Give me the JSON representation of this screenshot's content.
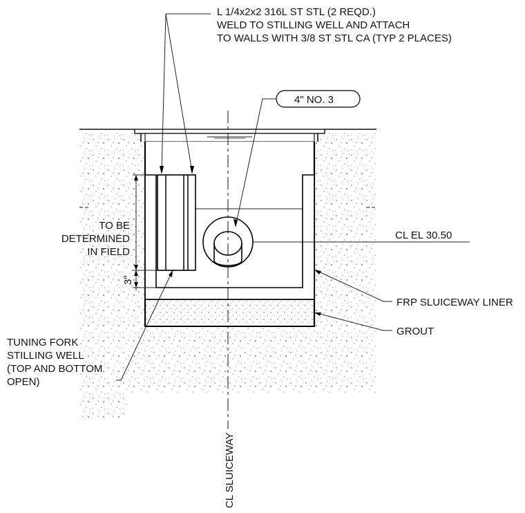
{
  "labels": {
    "angle_line1": "L 1/4x2x2 316L ST STL (2 REQD.)",
    "angle_line2": "WELD TO STILLING WELL AND ATTACH",
    "angle_line3": "TO WALLS WITH 3/8 ST STL CA (TYP 2 PLACES)",
    "pipe_tag": "4\" NO. 3",
    "to_be_1": "TO BE",
    "to_be_2": "DETERMINED",
    "to_be_3": "IN FIELD",
    "dim_3in": "3\"",
    "cl_el": "CL EL 30.50",
    "frp": "FRP SLUICEWAY LINER",
    "grout": "GROUT",
    "tuning_1": "TUNING FORK",
    "tuning_2": "STILLING WELL",
    "tuning_3": "(TOP AND BOTTOM",
    "tuning_4": "OPEN)",
    "cl_sluiceway": "CL SLUICEWAY"
  },
  "colors": {
    "line": "#111111",
    "concrete_dots": "#8a8a8a",
    "paper": "#ffffff"
  }
}
